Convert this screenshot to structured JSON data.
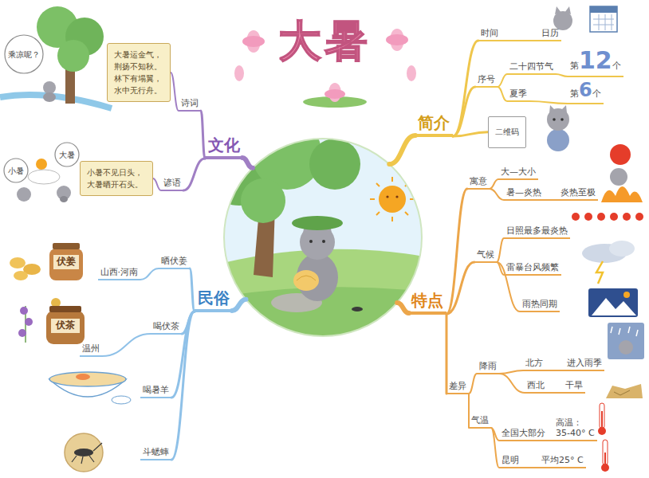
{
  "diagram": {
    "title": "大暑",
    "nodes": [
      {
        "text": [
          "简介"
        ]
      },
      {
        "text": [
          "时间"
        ]
      },
      {
        "text": [
          "日历"
        ]
      },
      {
        "text": [
          "序号"
        ]
      },
      {
        "text": [
          "二十四节气"
        ]
      },
      {
        "text": [
          "第",
          "12",
          "个"
        ]
      },
      {
        "text": [
          "夏季"
        ]
      },
      {
        "text": [
          "第",
          "6",
          "个"
        ]
      },
      {
        "text": [
          "二维码"
        ]
      },
      {
        "text": [
          "特点"
        ]
      },
      {
        "text": [
          "寓意"
        ]
      },
      {
        "text": [
          "大—大小"
        ]
      },
      {
        "text": [
          "暑—炎热"
        ]
      },
      {
        "text": [
          "炎热至极"
        ]
      },
      {
        "text": [
          "气候"
        ]
      },
      {
        "text": [
          "日照最多最炎热"
        ]
      },
      {
        "text": [
          "雷暴台风频繁"
        ]
      },
      {
        "text": [
          "雨热同期"
        ]
      },
      {
        "text": [
          "差异"
        ]
      },
      {
        "text": [
          "降雨"
        ]
      },
      {
        "text": [
          "北方"
        ]
      },
      {
        "text": [
          "进入雨季"
        ]
      },
      {
        "text": [
          "西北"
        ]
      },
      {
        "text": [
          "干旱"
        ]
      },
      {
        "text": [
          "气温"
        ]
      },
      {
        "text": [
          "全国大部分"
        ]
      },
      {
        "text": [
          "高温：",
          "35-40° C"
        ]
      },
      {
        "text": [
          "昆明"
        ]
      },
      {
        "text": [
          "平均25° C"
        ]
      },
      {
        "text": [
          "民俗"
        ]
      },
      {
        "text": [
          "晒伏姜"
        ]
      },
      {
        "text": [
          "山西·河南"
        ]
      },
      {
        "text": [
          "喝伏茶"
        ]
      },
      {
        "text": [
          "温州"
        ]
      },
      {
        "text": [
          "喝暑羊"
        ]
      },
      {
        "text": [
          "斗蟋蟀"
        ]
      },
      {
        "text": [
          "文化"
        ]
      },
      {
        "text": [
          "诗词"
        ]
      },
      {
        "text": [
          "大暑运金气，荆扬不知秋。林下有塌翼，水中无行舟。"
        ]
      },
      {
        "text": [
          "谚语"
        ]
      },
      {
        "text": [
          "小暑不见日头，大暑晒开石头。"
        ]
      }
    ],
    "edges": [
      {
        "from": 0,
        "to": 1,
        "arrow": "none"
      },
      {
        "from": 1,
        "to": 2,
        "arrow": "none"
      },
      {
        "from": 0,
        "to": 3,
        "arrow": "none"
      },
      {
        "from": 3,
        "to": 4,
        "arrow": "none"
      },
      {
        "from": 4,
        "to": 5,
        "arrow": "none"
      },
      {
        "from": 3,
        "to": 6,
        "arrow": "none"
      },
      {
        "from": 6,
        "to": 7,
        "arrow": "none"
      },
      {
        "from": 0,
        "to": 8,
        "arrow": "none"
      },
      {
        "from": 9,
        "to": 10,
        "arrow": "none"
      },
      {
        "from": 10,
        "to": 11,
        "arrow": "none"
      },
      {
        "from": 10,
        "to": 12,
        "arrow": "none"
      },
      {
        "from": 12,
        "to": 13,
        "arrow": "none"
      },
      {
        "from": 9,
        "to": 14,
        "arrow": "none"
      },
      {
        "from": 14,
        "to": 15,
        "arrow": "none"
      },
      {
        "from": 14,
        "to": 16,
        "arrow": "none"
      },
      {
        "from": 14,
        "to": 17,
        "arrow": "none"
      },
      {
        "from": 9,
        "to": 18,
        "arrow": "none"
      },
      {
        "from": 18,
        "to": 19,
        "arrow": "none"
      },
      {
        "from": 19,
        "to": 20,
        "arrow": "none"
      },
      {
        "from": 20,
        "to": 21,
        "arrow": "none"
      },
      {
        "from": 19,
        "to": 22,
        "arrow": "none"
      },
      {
        "from": 22,
        "to": 23,
        "arrow": "none"
      },
      {
        "from": 18,
        "to": 24,
        "arrow": "none"
      },
      {
        "from": 24,
        "to": 25,
        "arrow": "none"
      },
      {
        "from": 25,
        "to": 26,
        "arrow": "none"
      },
      {
        "from": 24,
        "to": 27,
        "arrow": "none"
      },
      {
        "from": 27,
        "to": 28,
        "arrow": "none"
      },
      {
        "from": 29,
        "to": 30,
        "arrow": "none"
      },
      {
        "from": 30,
        "to": 31,
        "arrow": "none"
      },
      {
        "from": 29,
        "to": 32,
        "arrow": "none"
      },
      {
        "from": 32,
        "to": 33,
        "arrow": "none"
      },
      {
        "from": 29,
        "to": 34,
        "arrow": "none"
      },
      {
        "from": 29,
        "to": 35,
        "arrow": "none"
      },
      {
        "from": 36,
        "to": 37,
        "arrow": "none"
      },
      {
        "from": 37,
        "to": 38,
        "arrow": "none"
      },
      {
        "from": 36,
        "to": 39,
        "arrow": "none"
      },
      {
        "from": 39,
        "to": 40,
        "arrow": "none"
      }
    ],
    "labels": [
      "乘凉呢？",
      "小暑",
      "大暑",
      "伏姜",
      "伏茶"
    ]
  }
}
